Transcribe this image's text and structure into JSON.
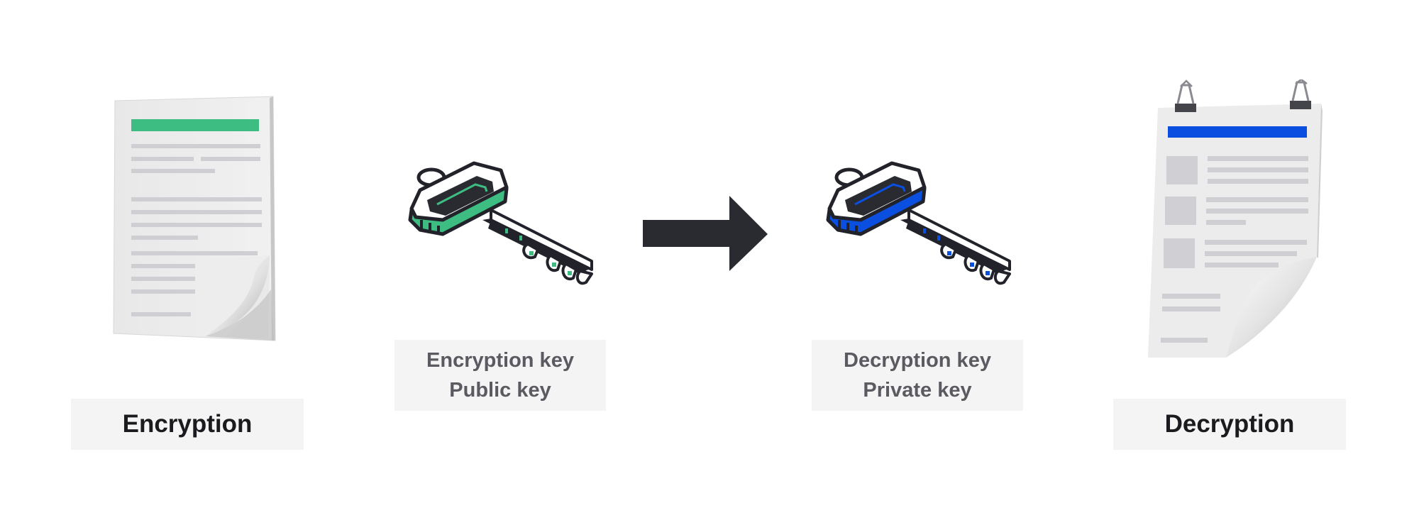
{
  "labels": {
    "encryption": "Encryption",
    "decryption": "Decryption",
    "encryption_key": "Encryption key",
    "public_key": "Public key",
    "decryption_key": "Decryption key",
    "private_key": "Private key"
  },
  "colors": {
    "encryption_accent": "#3dbd82",
    "decryption_accent": "#0a4fe0",
    "arrow": "#2a2b30",
    "outline": "#22232a",
    "paper": "#ececec",
    "text_lines": "#cfcfd3",
    "label_bg": "#f4f4f4"
  },
  "icons": {
    "plain_document": "document-icon",
    "encryption_key": "key-icon",
    "arrow": "arrow-right-icon",
    "decryption_key": "key-icon",
    "clipped_document": "document-icon"
  }
}
